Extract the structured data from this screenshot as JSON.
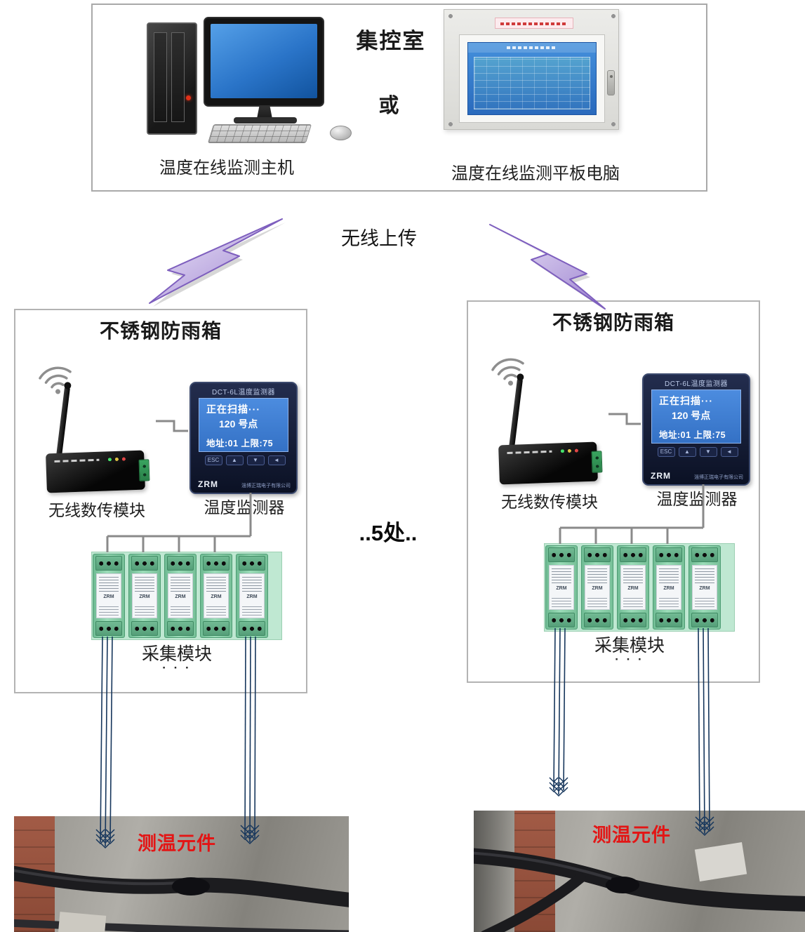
{
  "control_room": {
    "title": "集控室",
    "or_label": "或",
    "host_caption": "温度在线监测主机",
    "tablet_caption": "温度在线监测平板电脑"
  },
  "uplink": {
    "label": "无线上传"
  },
  "sites": {
    "label": "..5处.."
  },
  "station": {
    "title": "不锈钢防雨箱",
    "wireless_caption": "无线数传模块",
    "monitor_caption": "温度监测器",
    "collector_caption": "采集模块",
    "dots": "· · ·"
  },
  "monitor_device": {
    "header": "DCT-6L温度监测器",
    "screen_line1": "正在扫描···",
    "screen_line2": "120 号点",
    "screen_line3": "地址:01 上限:75",
    "buttons": [
      "ESC",
      "▲",
      "▼",
      "◄"
    ],
    "brand": "ZRM",
    "company": "淄博正瑞电子有限公司"
  },
  "collector": {
    "brand": "ZRM"
  },
  "sensor": {
    "label": "测温元件"
  },
  "colors": {
    "bolt_purple": "#7e5fbe",
    "wire_gray": "#8a8a8a",
    "lead_navy": "#16365c",
    "alert_red": "#e31515",
    "module_green": "#8ecfae",
    "screen_blue": "#3d80d4"
  }
}
